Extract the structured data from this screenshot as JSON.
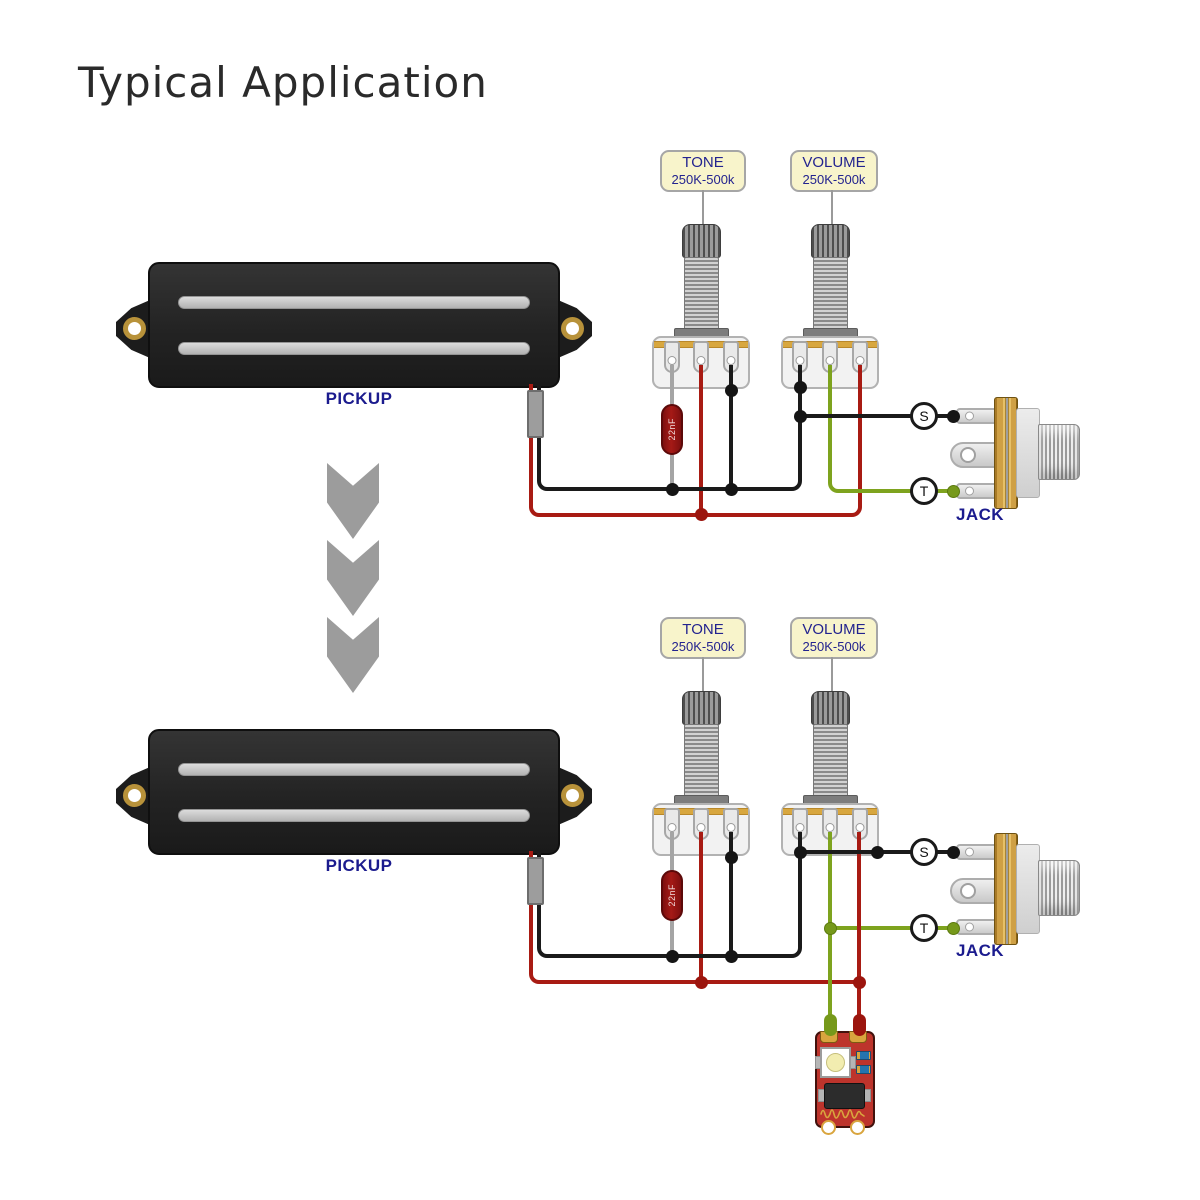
{
  "title": "Typical Application",
  "colors": {
    "label_text": "#1b1b8e",
    "wire_black": "#1a1a1a",
    "wire_red": "#a81b13",
    "wire_green": "#7ea31e",
    "pot_band_gold": "#d8a73f",
    "capacitor_body": "#8e1212",
    "label_box_bg": "#f8f4cb",
    "pcb_board": "#bd342c",
    "pad_gold": "#d9a53e",
    "arrow_gray": "#9c9c9c"
  },
  "diagrams": [
    {
      "name": "wiring-without-module",
      "pickup_label": "PICKUP",
      "pots": {
        "tone": {
          "title": "TONE",
          "range": "250K-500k"
        },
        "volume": {
          "title": "VOLUME",
          "range": "250K-500k"
        }
      },
      "capacitor_value": "22nF",
      "jack": {
        "label": "JACK",
        "sleeve_terminal": "S",
        "tip_terminal": "T"
      }
    },
    {
      "name": "wiring-with-led-module",
      "pickup_label": "PICKUP",
      "pots": {
        "tone": {
          "title": "TONE",
          "range": "250K-500k"
        },
        "volume": {
          "title": "VOLUME",
          "range": "250K-500k"
        }
      },
      "capacitor_value": "22nF",
      "jack": {
        "label": "JACK",
        "sleeve_terminal": "S",
        "tip_terminal": "T"
      }
    }
  ]
}
